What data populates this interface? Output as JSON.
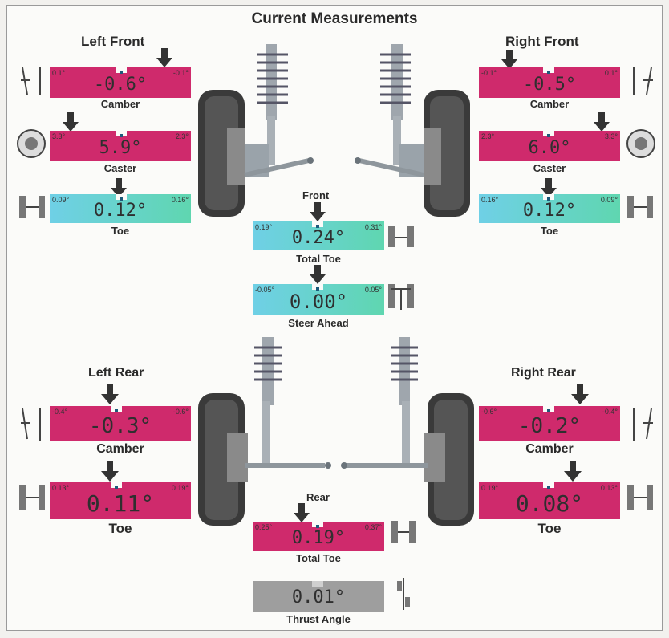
{
  "title": "Current Measurements",
  "headers": {
    "left_front": "Left Front",
    "right_front": "Right Front",
    "left_rear": "Left Rear",
    "right_rear": "Right Rear",
    "front": "Front",
    "rear": "Rear"
  },
  "colors": {
    "out_of_spec": "#cf2a6c",
    "in_spec": "#5fd6b0",
    "neutral": "#9e9e9e"
  },
  "lf_camber": {
    "min": "0.1°",
    "max": "-0.1°",
    "value": "-0.6°",
    "label": "Camber"
  },
  "lf_caster": {
    "min": "3.3°",
    "max": "2.3°",
    "value": "5.9°",
    "label": "Caster"
  },
  "lf_toe": {
    "min": "0.09°",
    "max": "0.16°",
    "value": "0.12°",
    "label": "Toe"
  },
  "rf_camber": {
    "min": "-0.1°",
    "max": "0.1°",
    "value": "-0.5°",
    "label": "Camber"
  },
  "rf_caster": {
    "min": "2.3°",
    "max": "3.3°",
    "value": "6.0°",
    "label": "Caster"
  },
  "rf_toe": {
    "min": "0.16°",
    "max": "0.09°",
    "value": "0.12°",
    "label": "Toe"
  },
  "total_toe_front": {
    "min": "0.19°",
    "max": "0.31°",
    "value": "0.24°",
    "label": "Total Toe"
  },
  "steer_ahead": {
    "min": "-0.05°",
    "max": "0.05°",
    "value": "0.00°",
    "label": "Steer Ahead"
  },
  "lr_camber": {
    "min": "-0.4°",
    "max": "-0.6°",
    "value": "-0.3°",
    "label": "Camber"
  },
  "lr_toe": {
    "min": "0.13°",
    "max": "0.19°",
    "value": "0.11°",
    "label": "Toe"
  },
  "rr_camber": {
    "min": "-0.6°",
    "max": "-0.4°",
    "value": "-0.2°",
    "label": "Camber"
  },
  "rr_toe": {
    "min": "0.19°",
    "max": "0.13°",
    "value": "0.08°",
    "label": "Toe"
  },
  "total_toe_rear": {
    "min": "0.25°",
    "max": "0.37°",
    "value": "0.19°",
    "label": "Total Toe"
  },
  "thrust_angle": {
    "value": "0.01°",
    "label": "Thrust Angle"
  }
}
